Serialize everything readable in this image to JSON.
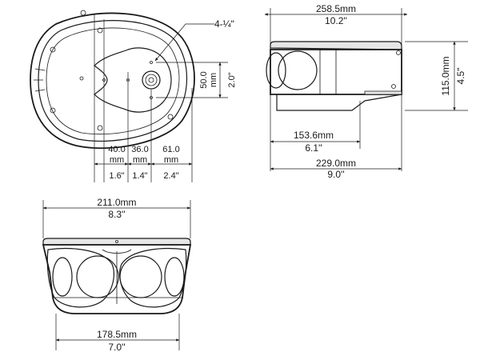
{
  "top_view": {
    "screw_label": "4-¼\"",
    "height_mm": "50.0",
    "height_mm_unit": "mm",
    "height_in": "2.0\"",
    "spacing": [
      {
        "mm": "40.0",
        "unit": "mm",
        "in": "1.6\""
      },
      {
        "mm": "36.0",
        "unit": "mm",
        "in": "1.4\""
      },
      {
        "mm": "61.0",
        "unit": "mm",
        "in": "2.4\""
      }
    ]
  },
  "side_view": {
    "overall_width_mm": "258.5mm",
    "overall_width_in": "10.2''",
    "height_mm": "115.0mm",
    "height_in": "4.5\"",
    "base_width_mm": "153.6mm",
    "base_width_in": "6.1''",
    "body_width_mm": "229.0mm",
    "body_width_in": "9.0''"
  },
  "front_view": {
    "top_width_mm": "211.0mm",
    "top_width_in": "8.3''",
    "bottom_width_mm": "178.5mm",
    "bottom_width_in": "7.0''"
  }
}
